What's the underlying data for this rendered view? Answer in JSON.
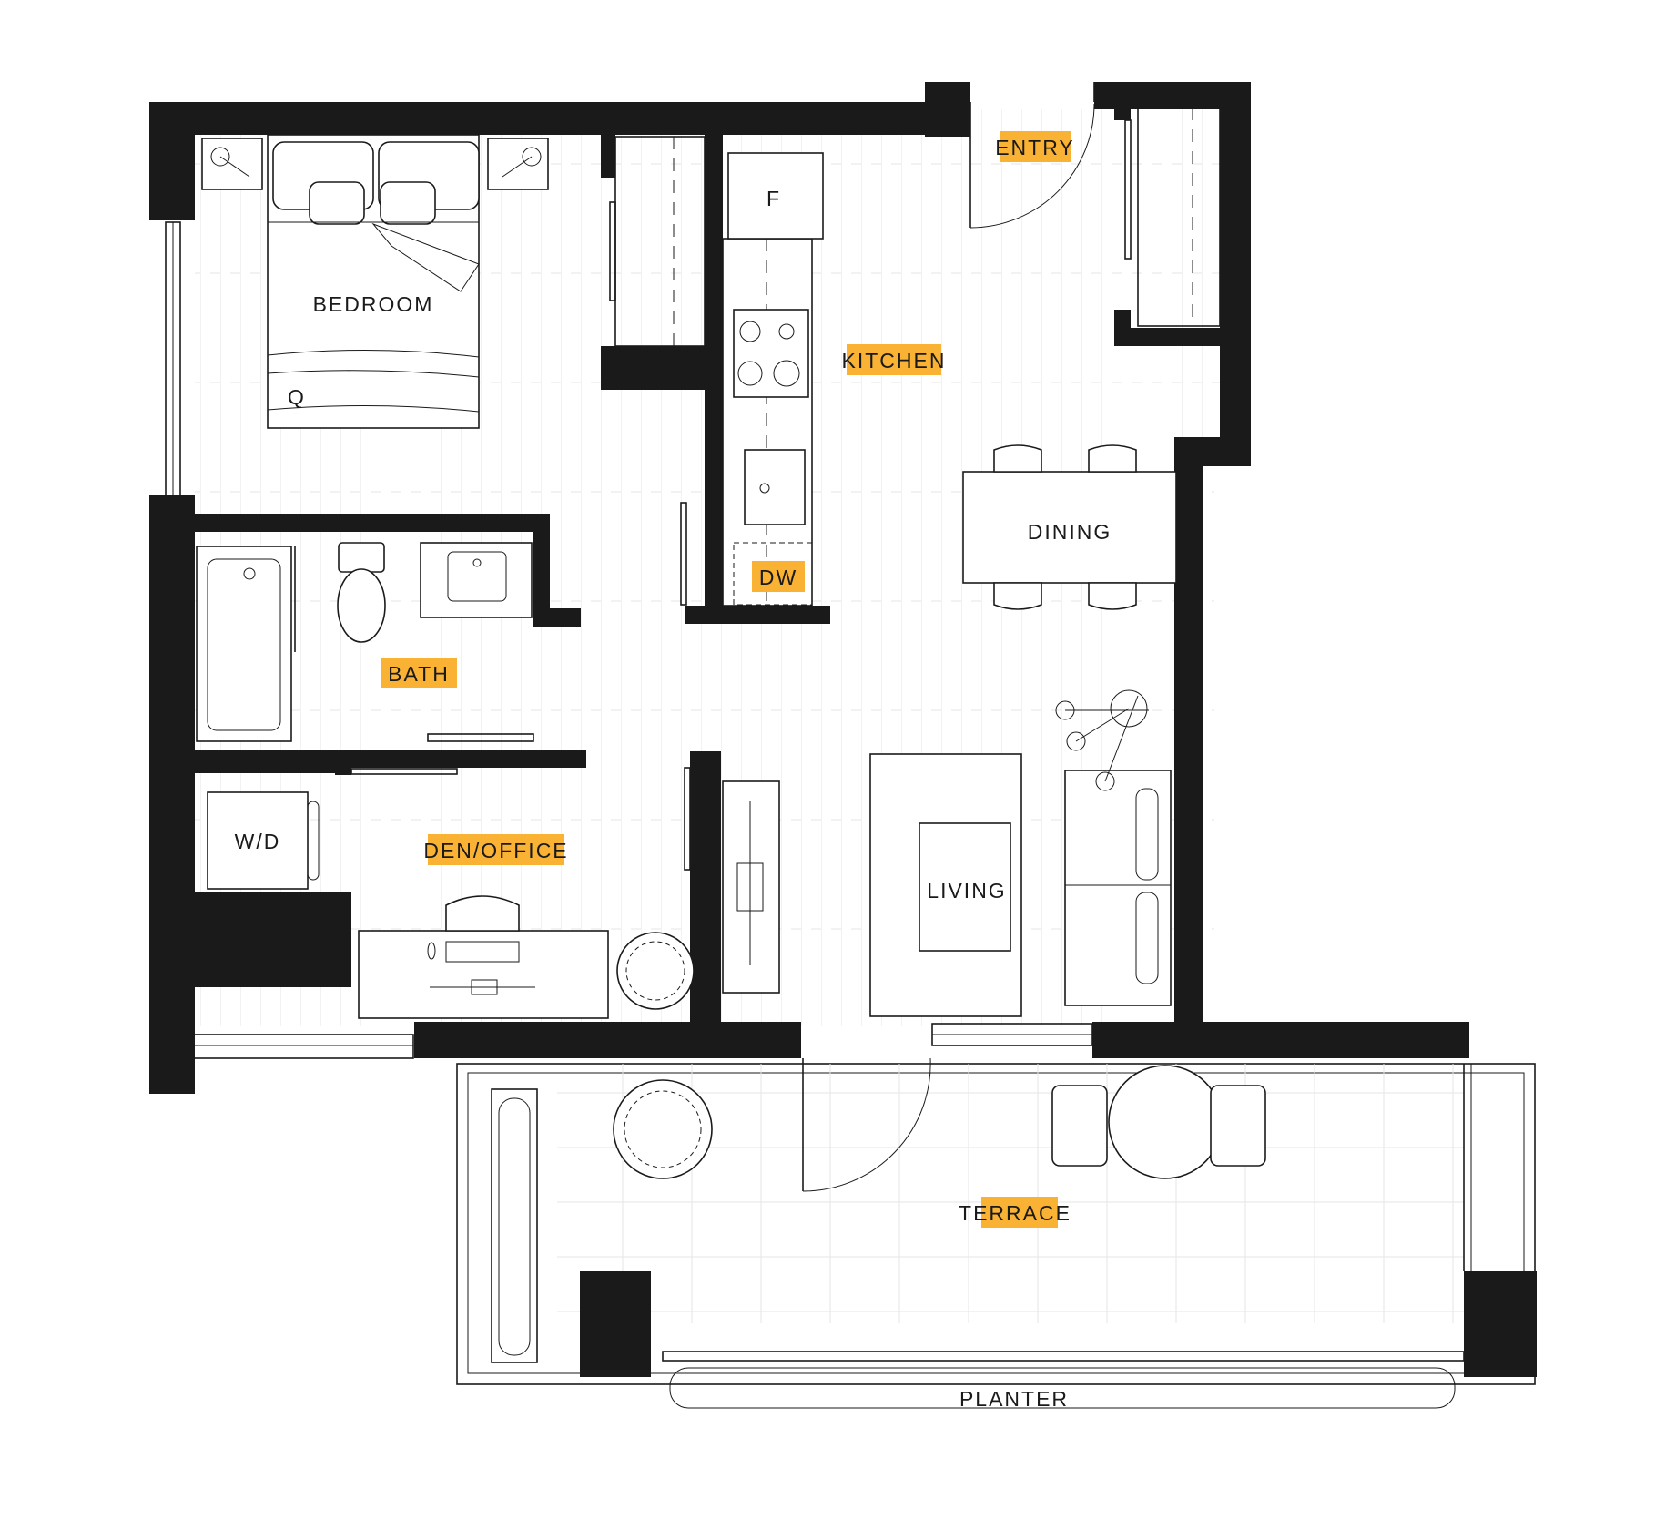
{
  "rooms": {
    "bedroom": "BEDROOM",
    "bed_size": "Q",
    "entry": "ENTRY",
    "kitchen": "KITCHEN",
    "fridge": "F",
    "dishwasher": "DW",
    "dining": "DINING",
    "bath": "BATH",
    "washer_dryer": "W/D",
    "den_office": "DEN/OFFICE",
    "living": "LIVING",
    "terrace": "TERRACE",
    "planter": "PLANTER"
  },
  "colors": {
    "wall": "#1a1a1a",
    "highlight": "#f9b233",
    "floor_lines": "#e4e4e4"
  }
}
